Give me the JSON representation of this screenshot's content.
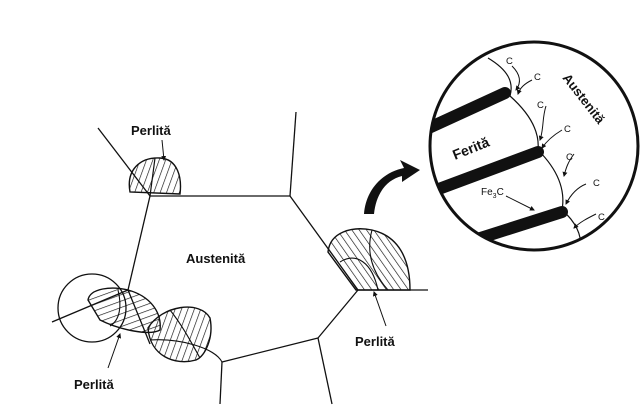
{
  "labels": {
    "austenite_center": "Austenită",
    "pearlite_top": "Perlită",
    "pearlite_right": "Perlită",
    "pearlite_bottom": "Perlită",
    "zoom_ferrite": "Ferită",
    "zoom_austenite": "Austenită",
    "zoom_cementite": "Fe",
    "zoom_cementite_sub": "3",
    "zoom_cementite_tail": "C",
    "carbon": "C"
  },
  "colors": {
    "line": "#111111",
    "background": "#ffffff",
    "hatch": "#111111"
  },
  "icons": {
    "transition_arrow": "curved-arrow-icon"
  }
}
